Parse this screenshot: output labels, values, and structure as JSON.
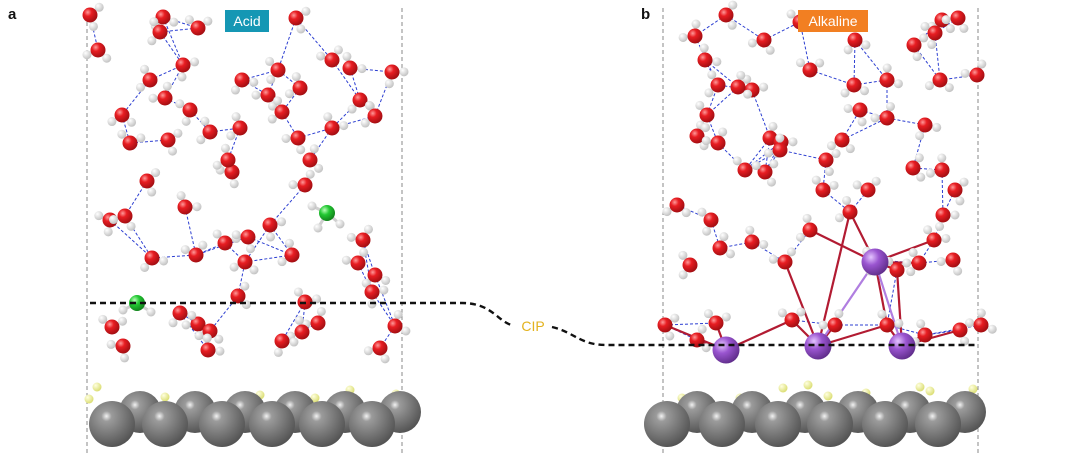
{
  "panels": [
    {
      "letter": "a",
      "tag": "Acid"
    },
    {
      "letter": "b",
      "tag": "Alkaline"
    }
  ],
  "cip_label": "CIP",
  "colors": {
    "acid_tag": "#1597b4",
    "alkaline_tag": "#f27f22",
    "cip_label": "#e3b21d",
    "oxygen": "#e0161b",
    "hydrogen": "#f0f0f0",
    "hydrogen_bond": "#2d3fd1",
    "boundary": "#8a8a8a",
    "interface_line": "#111111",
    "proton_species": "#22c832",
    "cation": "#9a55d0",
    "cation_bond": "#b21b32",
    "electrode_metal": "#767676",
    "surface_hydrogen": "#eef08a"
  }
}
